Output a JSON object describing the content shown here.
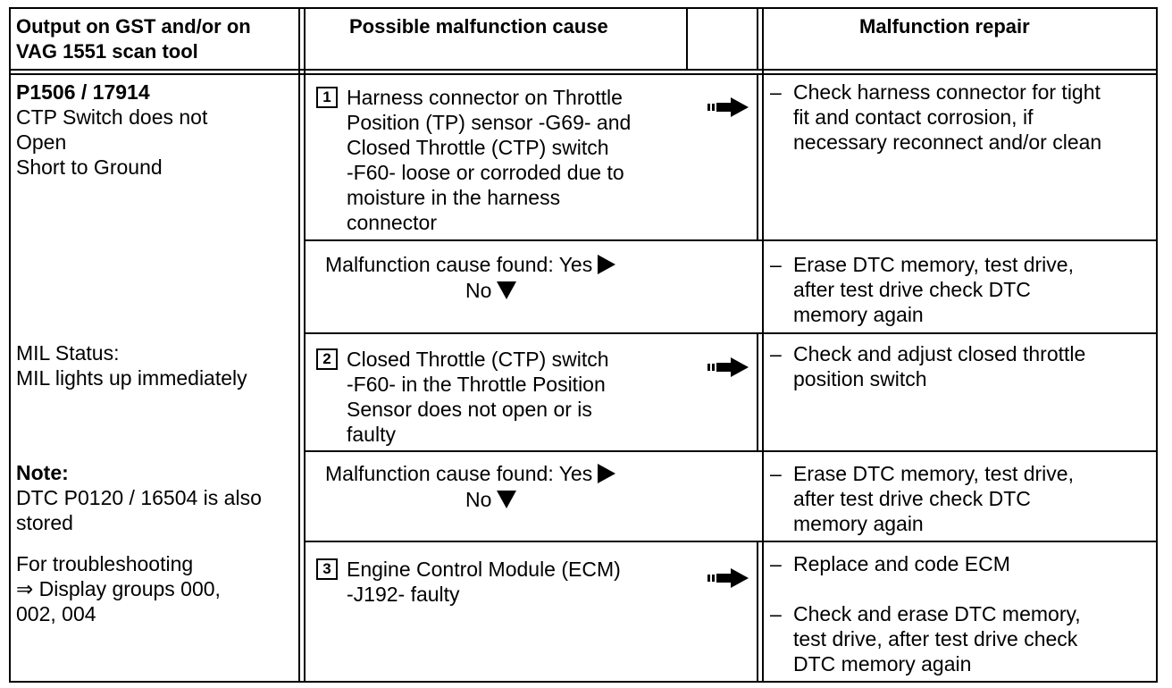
{
  "header": {
    "col1_line1": "Output on GST and/or on",
    "col1_line2": "VAG 1551 scan tool",
    "col2": "Possible malfunction cause",
    "col3": "Malfunction repair"
  },
  "left": {
    "code": "P1506 / 17914",
    "desc": [
      "CTP Switch does not",
      "Open",
      "Short to Ground"
    ],
    "mil": [
      "MIL Status:",
      "MIL lights up immediately"
    ],
    "note_label": "Note:",
    "note": [
      "DTC P0120 / 16504 is also",
      "stored"
    ],
    "trouble": [
      "For troubleshooting",
      "⇒ Display groups 000,",
      "002, 004"
    ]
  },
  "rows": [
    {
      "num": "1",
      "cause": [
        "Harness connector on Throttle",
        "Position (TP) sensor -G69- and",
        "Closed Throttle (CTP) switch",
        "-F60- loose or corroded due to",
        "moisture in the harness",
        "connector"
      ],
      "repairs": [
        [
          "Check harness connector for tight",
          "fit and contact corrosion, if",
          "necessary reconnect and/or clean"
        ]
      ]
    },
    {
      "num": "2",
      "cause": [
        "Closed Throttle (CTP) switch",
        "-F60- in the Throttle Position",
        "Sensor does not open or is",
        "faulty"
      ],
      "repairs": [
        [
          "Check and adjust closed throttle",
          "position switch"
        ]
      ]
    },
    {
      "num": "3",
      "cause": [
        "Engine Control Module (ECM)",
        "-J192- faulty"
      ],
      "repairs": [
        [
          "Replace and code ECM"
        ],
        [
          "Check and erase DTC memory,",
          "test drive, after test drive check",
          "DTC memory again"
        ]
      ]
    }
  ],
  "found": {
    "yes_label": "Malfunction cause found: Yes",
    "no_label": "No",
    "repair": [
      "Erase DTC memory, test drive,",
      "after test drive check DTC",
      "memory again"
    ]
  },
  "icons": {
    "step_arrow": "right-arrow-icon",
    "yes": "triangle-right-icon",
    "no": "triangle-down-icon"
  }
}
